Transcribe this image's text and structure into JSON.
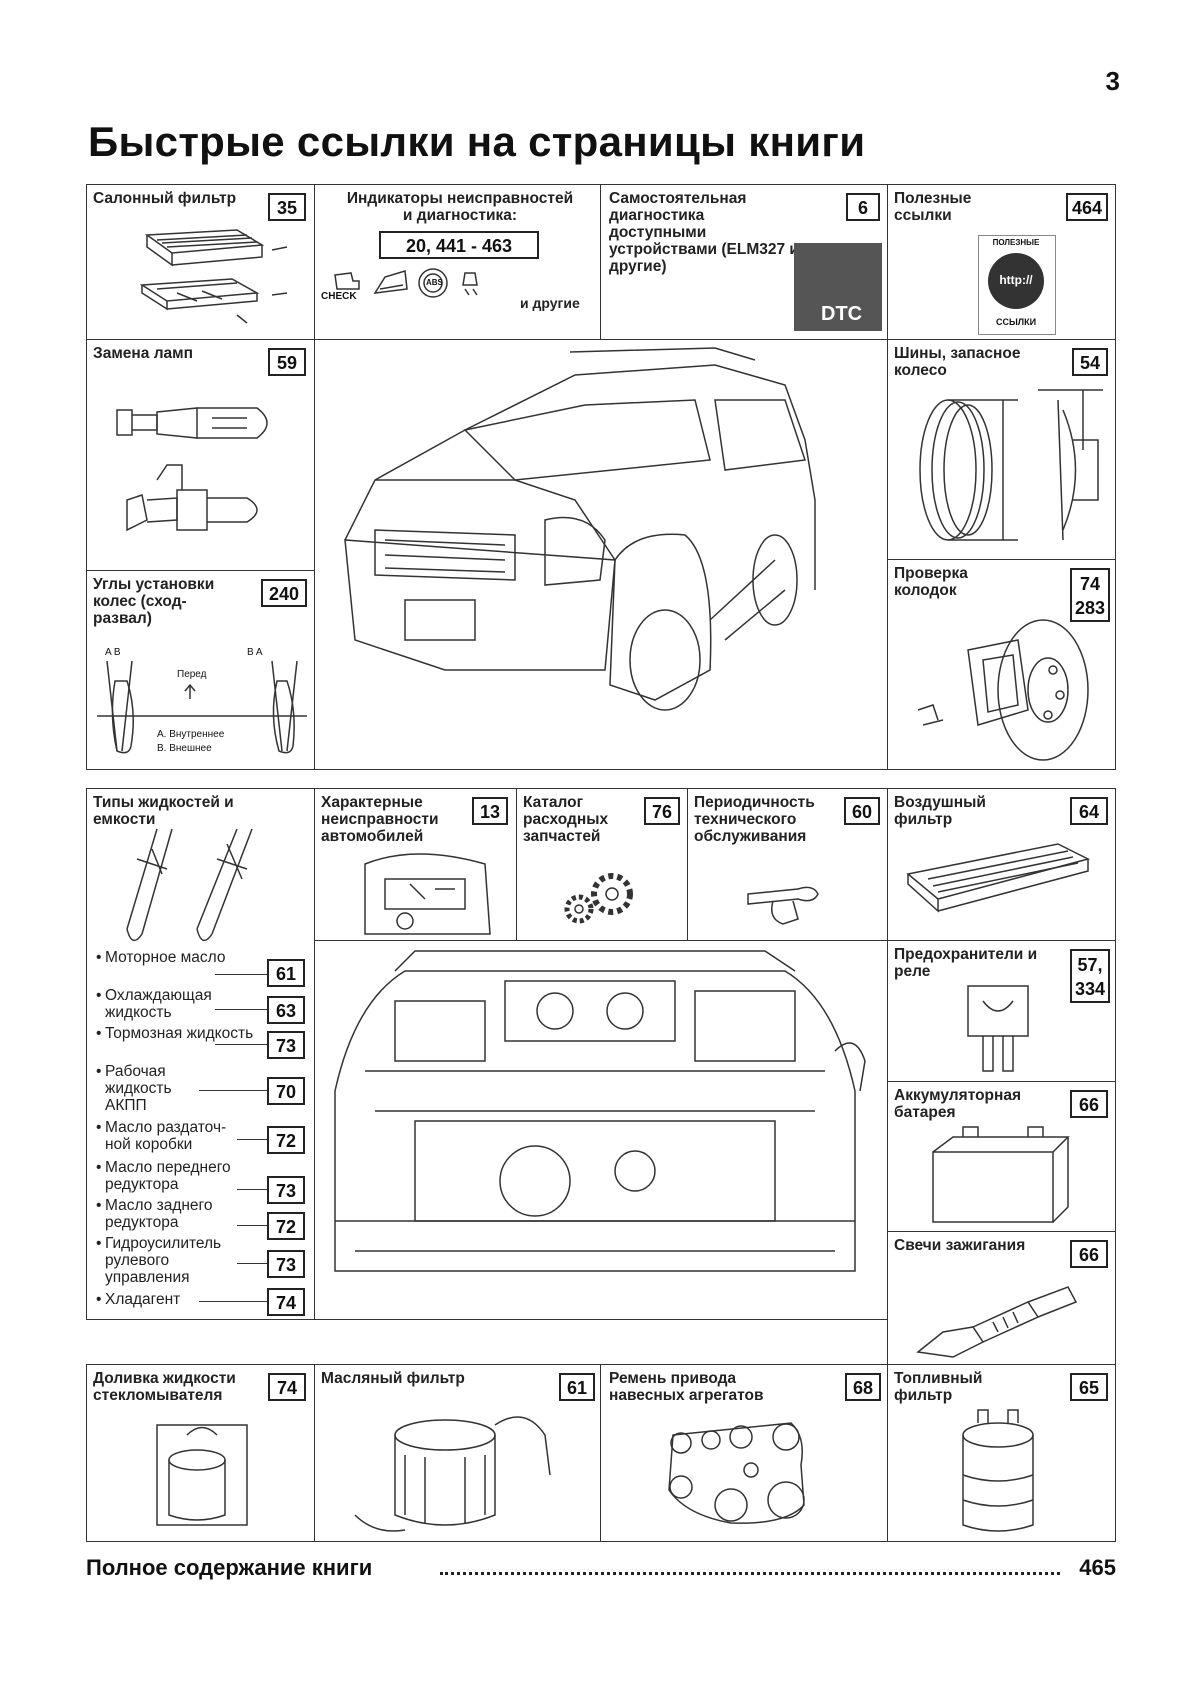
{
  "page_number": "3",
  "title": "Быстрые ссылки на страницы книги",
  "cells": {
    "cabin_filter": {
      "label": "Салонный фильтр",
      "page": "35"
    },
    "indicators": {
      "label_line1": "Индикаторы неисправностей",
      "label_line2": "и диагностика:",
      "pages": "20, 441 - 463",
      "check_text": "CHECK",
      "abs_text": "ABS",
      "others": "и другие"
    },
    "self_diag": {
      "label": "Самостоятельная диагностика доступными устройствами (ELM327 и другие)",
      "page": "6",
      "badge": "DTC"
    },
    "useful_links": {
      "label": "Полезные ссылки",
      "page": "464",
      "badge_top": "ПОЛЕЗНЫЕ",
      "badge_mid": "http://",
      "badge_bottom": "ССЫЛКИ"
    },
    "lamps": {
      "label": "Замена ламп",
      "page": "59"
    },
    "tires": {
      "label": "Шины, запасное колесо",
      "page": "54"
    },
    "alignment": {
      "label": "Углы установки колес (сход-развал)",
      "page": "240",
      "front": "Перед",
      "a_b": "A  B",
      "b_a": "B  A",
      "legend_a": "A. Внутреннее",
      "legend_b": "B. Внешнее"
    },
    "brake_pads": {
      "label": "Проверка колодок",
      "page1": "74",
      "page2": "283"
    },
    "fluids": {
      "label": "Типы жидкостей и емкости",
      "items": [
        {
          "text": "Моторное масло",
          "page": "61"
        },
        {
          "text": "Охлаждающая жидкость",
          "page": "63"
        },
        {
          "text": "Тормозная жидкость",
          "page": "73"
        },
        {
          "text": "Рабочая жидкость АКПП",
          "page": "70"
        },
        {
          "text": "Масло раздаточ-ной коробки",
          "page": "72"
        },
        {
          "text": "Масло переднего редуктора",
          "page": "73"
        },
        {
          "text": "Масло заднего редуктора",
          "page": "72"
        },
        {
          "text": "Гидроусилитель рулевого управления",
          "page": "73"
        },
        {
          "text": "Хладагент",
          "page": "74"
        }
      ]
    },
    "faults": {
      "label": "Характерные неисправности автомобилей",
      "page": "13"
    },
    "catalog": {
      "label": "Каталог расходных запчастей",
      "page": "76"
    },
    "periodicity": {
      "label": "Периодичность технического обслуживания",
      "page": "60"
    },
    "air_filter": {
      "label": "Воздушный фильтр",
      "page": "64"
    },
    "fuses": {
      "label": "Предохранители и реле",
      "page1": "57,",
      "page2": "334"
    },
    "battery": {
      "label": "Аккумуляторная батарея",
      "page": "66"
    },
    "spark_plugs": {
      "label": "Свечи зажигания",
      "page": "66"
    },
    "washer": {
      "label": "Доливка жидкости стекломывателя",
      "page": "74"
    },
    "oil_filter": {
      "label": "Масляный фильтр",
      "page": "61"
    },
    "belt": {
      "label": "Ремень привода навесных агрегатов",
      "page": "68"
    },
    "fuel_filter": {
      "label": "Топливный фильтр",
      "page": "65"
    }
  },
  "footer": {
    "text": "Полное содержание книги",
    "page": "465"
  }
}
